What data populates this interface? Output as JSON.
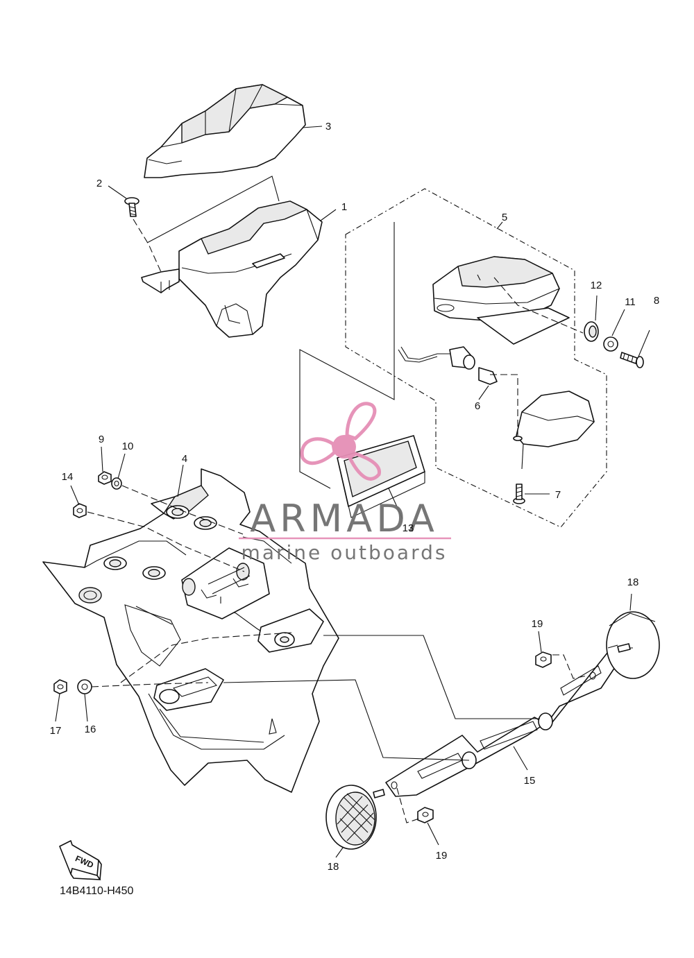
{
  "diagram": {
    "callouts": {
      "c1": "1",
      "c2": "2",
      "c3": "3",
      "c4": "4",
      "c5": "5",
      "c6": "6",
      "c7": "7",
      "c8": "8",
      "c9": "9",
      "c10": "10",
      "c11": "11",
      "c12": "12",
      "c13": "13",
      "c14": "14",
      "c15": "15",
      "c16": "16",
      "c17": "17",
      "c18a": "18",
      "c18b": "18",
      "c19a": "19",
      "c19b": "19"
    },
    "fwd_label": "FWD",
    "reference_code": "14B4110-H450"
  },
  "watermark": {
    "brand": "ARMADA",
    "tagline": "marine outboards",
    "accent_color": "#e58fb6"
  }
}
